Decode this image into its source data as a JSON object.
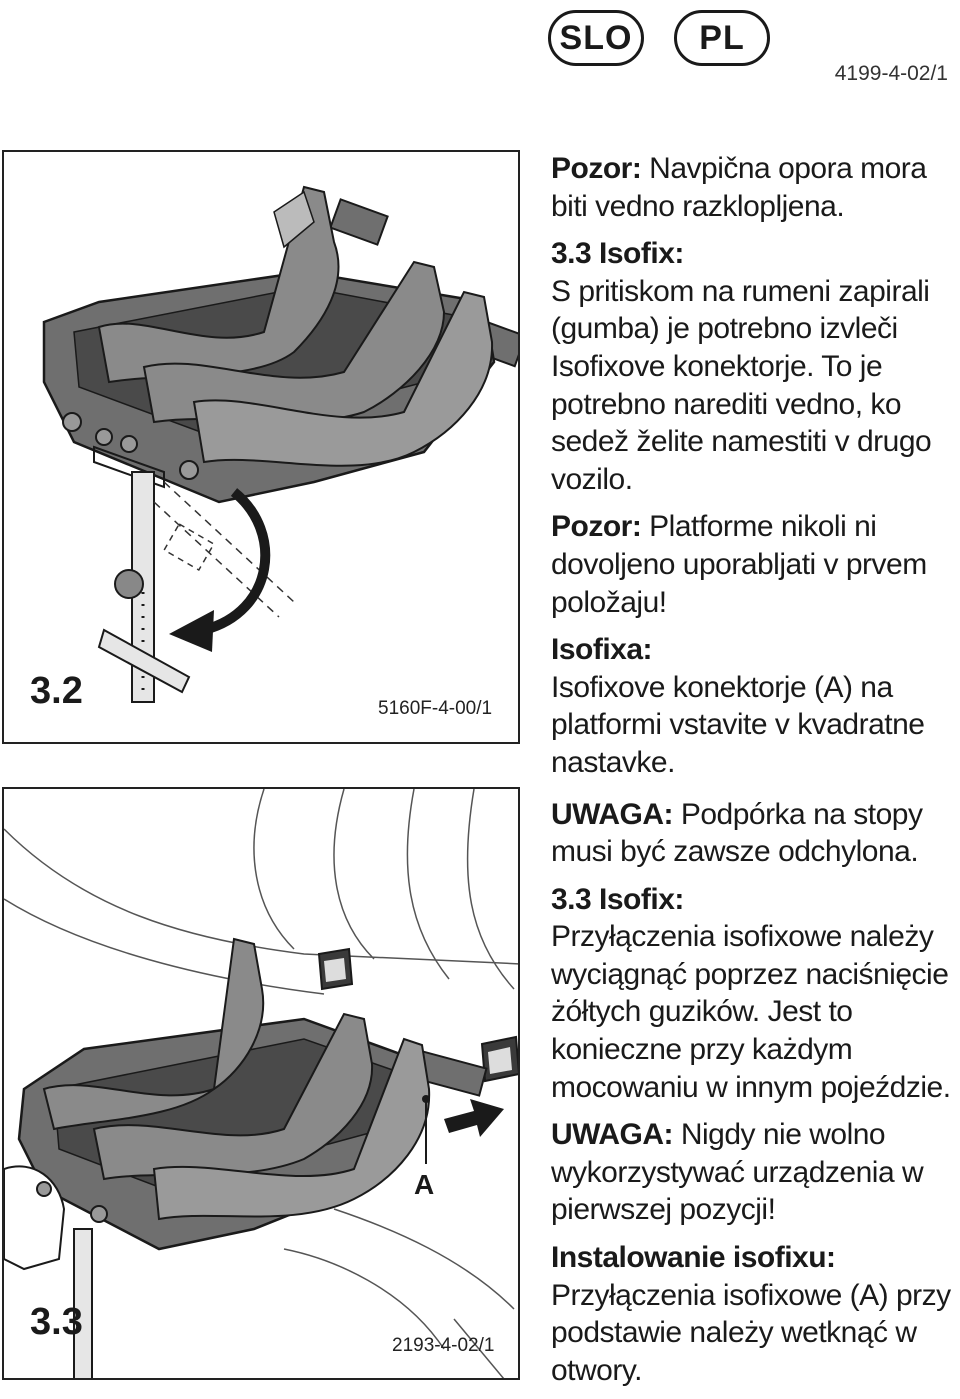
{
  "header": {
    "badges": [
      "SLO",
      "PL"
    ],
    "doc_code": "4199-4-02/1"
  },
  "figure1": {
    "number": "3.2",
    "code": "5160F-4-00/1"
  },
  "figure2": {
    "number": "3.3",
    "code": "2193-4-02/1",
    "label_a": "A"
  },
  "slo": {
    "warning1_label": "Pozor:",
    "warning1_text": " Navpična opora mora biti vedno razklopljena.",
    "isofix_heading": "3.3 Isofix:",
    "isofix_text": "S pritiskom na rumeni zapirali (gumba) je potrebno izvleči Isofixove konektorje. To je potrebno narediti vedno, ko sedež želite namestiti v drugo vozilo.",
    "warning2_label": "Pozor:",
    "warning2_text": " Platforme nikoli ni dovoljeno uporabljati v prvem položaju!",
    "isofixa_heading": "Isofixa:",
    "isofixa_text": "Isofixove konektorje (A) na platformi vstavite v kvadratne nastavke."
  },
  "pl": {
    "warning1_label": "UWAGA:",
    "warning1_text": " Podpórka na stopy musi być zawsze odchylona.",
    "isofix_heading": "3.3 Isofix:",
    "isofix_text": "Przyłączenia isofixowe należy wyciągnąć poprzez naciśnięcie żółtych guzików. Jest to konieczne przy każdym mocowaniu w innym pojeździe.",
    "warning2_label": "UWAGA:",
    "warning2_text": " Nigdy nie wolno wykorzystywać urządzenia w pierwszej pozycji!",
    "install_heading": "Instalowanie isofixu:",
    "install_text": "Przyłączenia isofixowe (A) przy podstawie należy wetknąć w otwory."
  },
  "colors": {
    "base_fill": "#6f6f6f",
    "base_dark": "#4a4a4a",
    "base_light": "#9a9a9a",
    "line": "#1a1a1a"
  }
}
